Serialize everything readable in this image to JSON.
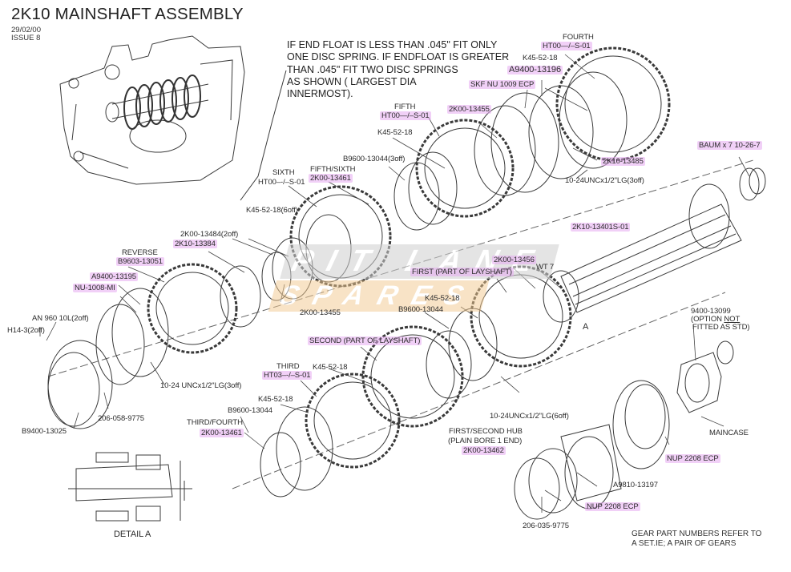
{
  "header": {
    "title": "2K10 MAINSHAFT ASSEMBLY",
    "date": "29/02/00",
    "issue": "ISSUE 8"
  },
  "note": {
    "lines": [
      "IF END FLOAT IS LESS THAN .045\" FIT ONLY",
      "ONE DISC SPRING.  IF ENDFLOAT IS GREATER",
      "THAN .045\" FIT TWO DISC SPRINGS",
      "AS SHOWN ( LARGEST DIA",
      "INNERMOST)."
    ]
  },
  "footer_note": {
    "lines": [
      "GEAR PART NUMBERS REFER TO",
      "A SET.IE; A PAIR OF GEARS"
    ]
  },
  "watermark": {
    "line1": "PIT LANE",
    "line2": "SPARES",
    "color1": "#c9c9c9",
    "color2": "#f4cfa0"
  },
  "highlight_color": "#e6aaf0",
  "labels": {
    "fourth_title": "FOURTH",
    "fourth_part": "HT00—/–S-01",
    "fourth_k45": "K45-52-18",
    "a9400_13196": "A9400-13196",
    "skf_nu1009": "SKF NU 1009 ECP",
    "fifth_title": "FIFTH",
    "fifth_part": "HT00—/–S-01",
    "k2k00_13455_top": "2K00-13455",
    "fifth_k45": "K45-52-18",
    "b9600_13044_3off": "B9600-13044(3off)",
    "k2k10_13485": "2K10-13485",
    "bolt_3off_top": "10-24UNCx1/2\"LG(3off)",
    "baum": "BAUM x 7 10-26-7",
    "sixth_title": "SIXTH",
    "sixth_part": "HT00–-/–S-01",
    "fifth_sixth_title": "FIFTH/SIXTH",
    "fifth_sixth_part": "2K00-13461",
    "k45_6off": "K45-52-18(6off)",
    "k2k00_13484": "2K00-13484(2off)",
    "k2k10_13384": "2K10-13384",
    "k2k10_13401": "2K10-13401S-01",
    "reverse_title": "REVERSE",
    "reverse_part": "B9603-13051",
    "a9400_13195": "A9400-13195",
    "nu1008": "NU-1008-MI",
    "k2k00_13455_mid": "2K00-13455",
    "k2k00_13456": "2K00-13456",
    "wt7": "WT 7",
    "first_layshaft": "FIRST (PART OF LAYSHAFT)",
    "first_k45": "K45-52-18",
    "b9600_13044_mid": "B9600-13044",
    "an960": "AN 960 10L(2off)",
    "h14": "H14-3(2off)",
    "detail_arrow": "A",
    "bolt_3off_left": "10-24 UNCx1/2\"LG(3off)",
    "second_layshaft": "SECOND (PART OF LAYSHAFT)",
    "third_title": "THIRD",
    "third_part": "HT03–-/–S-01",
    "third_k45_a": "K45-52-18",
    "third_k45_b": "K45-52-18",
    "b9600_13044_low": "B9600-13044",
    "third_fourth_title": "THIRD/FOURTH",
    "third_fourth_part": "2K00-13461",
    "b9400_13025": "B9400-13025",
    "s206_058": "206-058-9775",
    "nut_part": "9400-13099",
    "nut_note1": "(OPTION NOT",
    "nut_note1_pre": "(OPTION ",
    "nut_note1_em": "NOT",
    "nut_note2": "FITTED AS STD)",
    "bolt_6off": "10-24UNCx1/2\"LG(6off)",
    "hub_title": "FIRST/SECOND HUB",
    "hub_sub": "(PLAIN BORE 1 END)",
    "hub_part": "2K00-13462",
    "maincase": "MAINCASE",
    "nup_upper": "NUP 2208 ECP",
    "a9810": "A9810-13197",
    "nup_lower": "NUP 2208 ECP",
    "s206_035": "206-035-9775",
    "detail_a": "DETAIL  A"
  }
}
